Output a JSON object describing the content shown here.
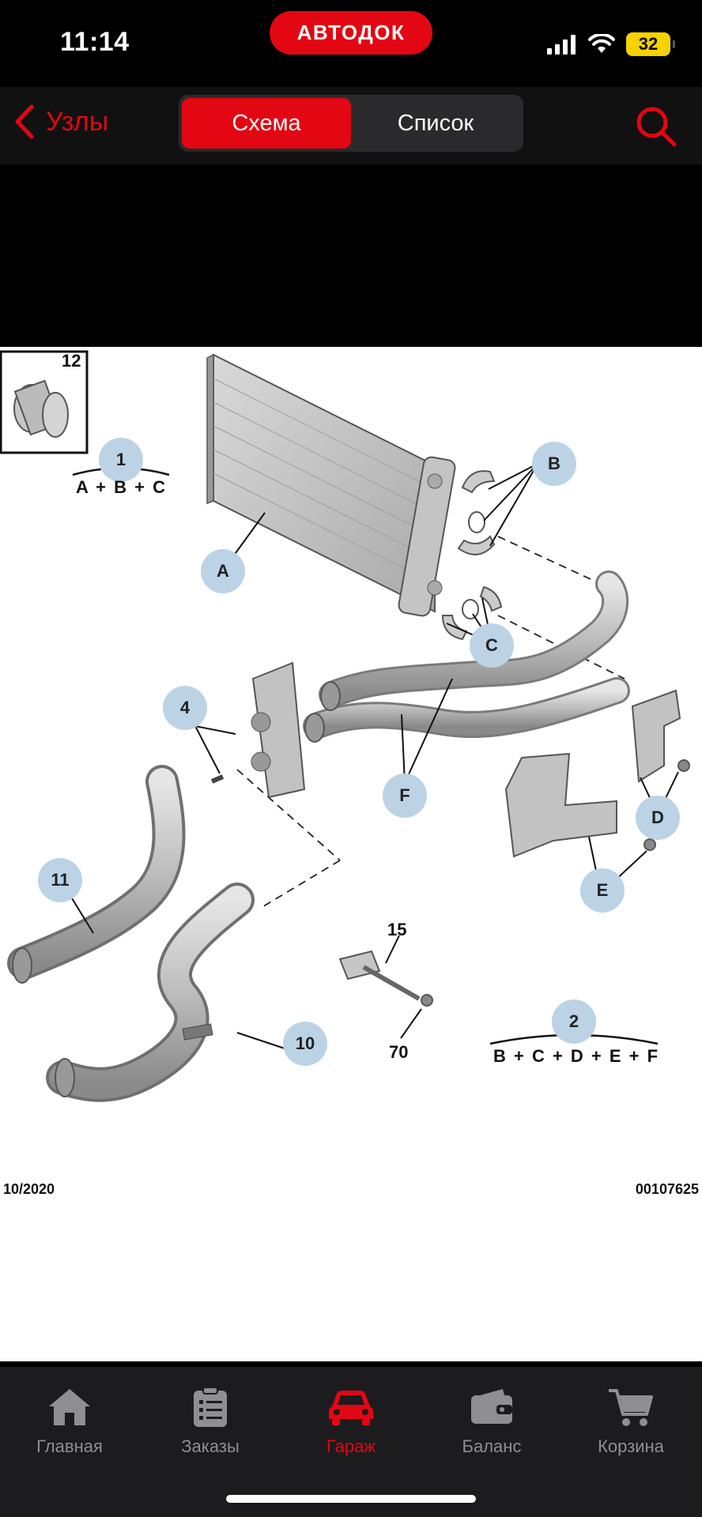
{
  "status": {
    "time": "11:14",
    "brand": "АВТОДОК",
    "battery": "32"
  },
  "nav": {
    "back_label": "Узлы",
    "segments": [
      "Схема",
      "Список"
    ],
    "active_segment": "Схема"
  },
  "diagram": {
    "inset_label": "12",
    "callouts": [
      "A",
      "B",
      "C",
      "F",
      "4",
      "11",
      "10",
      "D",
      "E",
      "1",
      "2"
    ],
    "formula_1": "A + B + C",
    "formula_2": "B + C + D + E + F",
    "labels": [
      "15",
      "70"
    ],
    "date_code": "10/2020",
    "ref_code": "00107625"
  },
  "tabs": [
    {
      "label": "Главная",
      "icon": "home-icon"
    },
    {
      "label": "Заказы",
      "icon": "orders-icon"
    },
    {
      "label": "Гараж",
      "icon": "car-icon"
    },
    {
      "label": "Баланс",
      "icon": "wallet-icon"
    },
    {
      "label": "Корзина",
      "icon": "cart-icon"
    }
  ],
  "active_tab": "Гараж",
  "colors": {
    "accent": "#e30613",
    "callout_bg": "#bcd3e6",
    "tab_inactive": "#8e8e93",
    "battery": "#f5d200"
  }
}
